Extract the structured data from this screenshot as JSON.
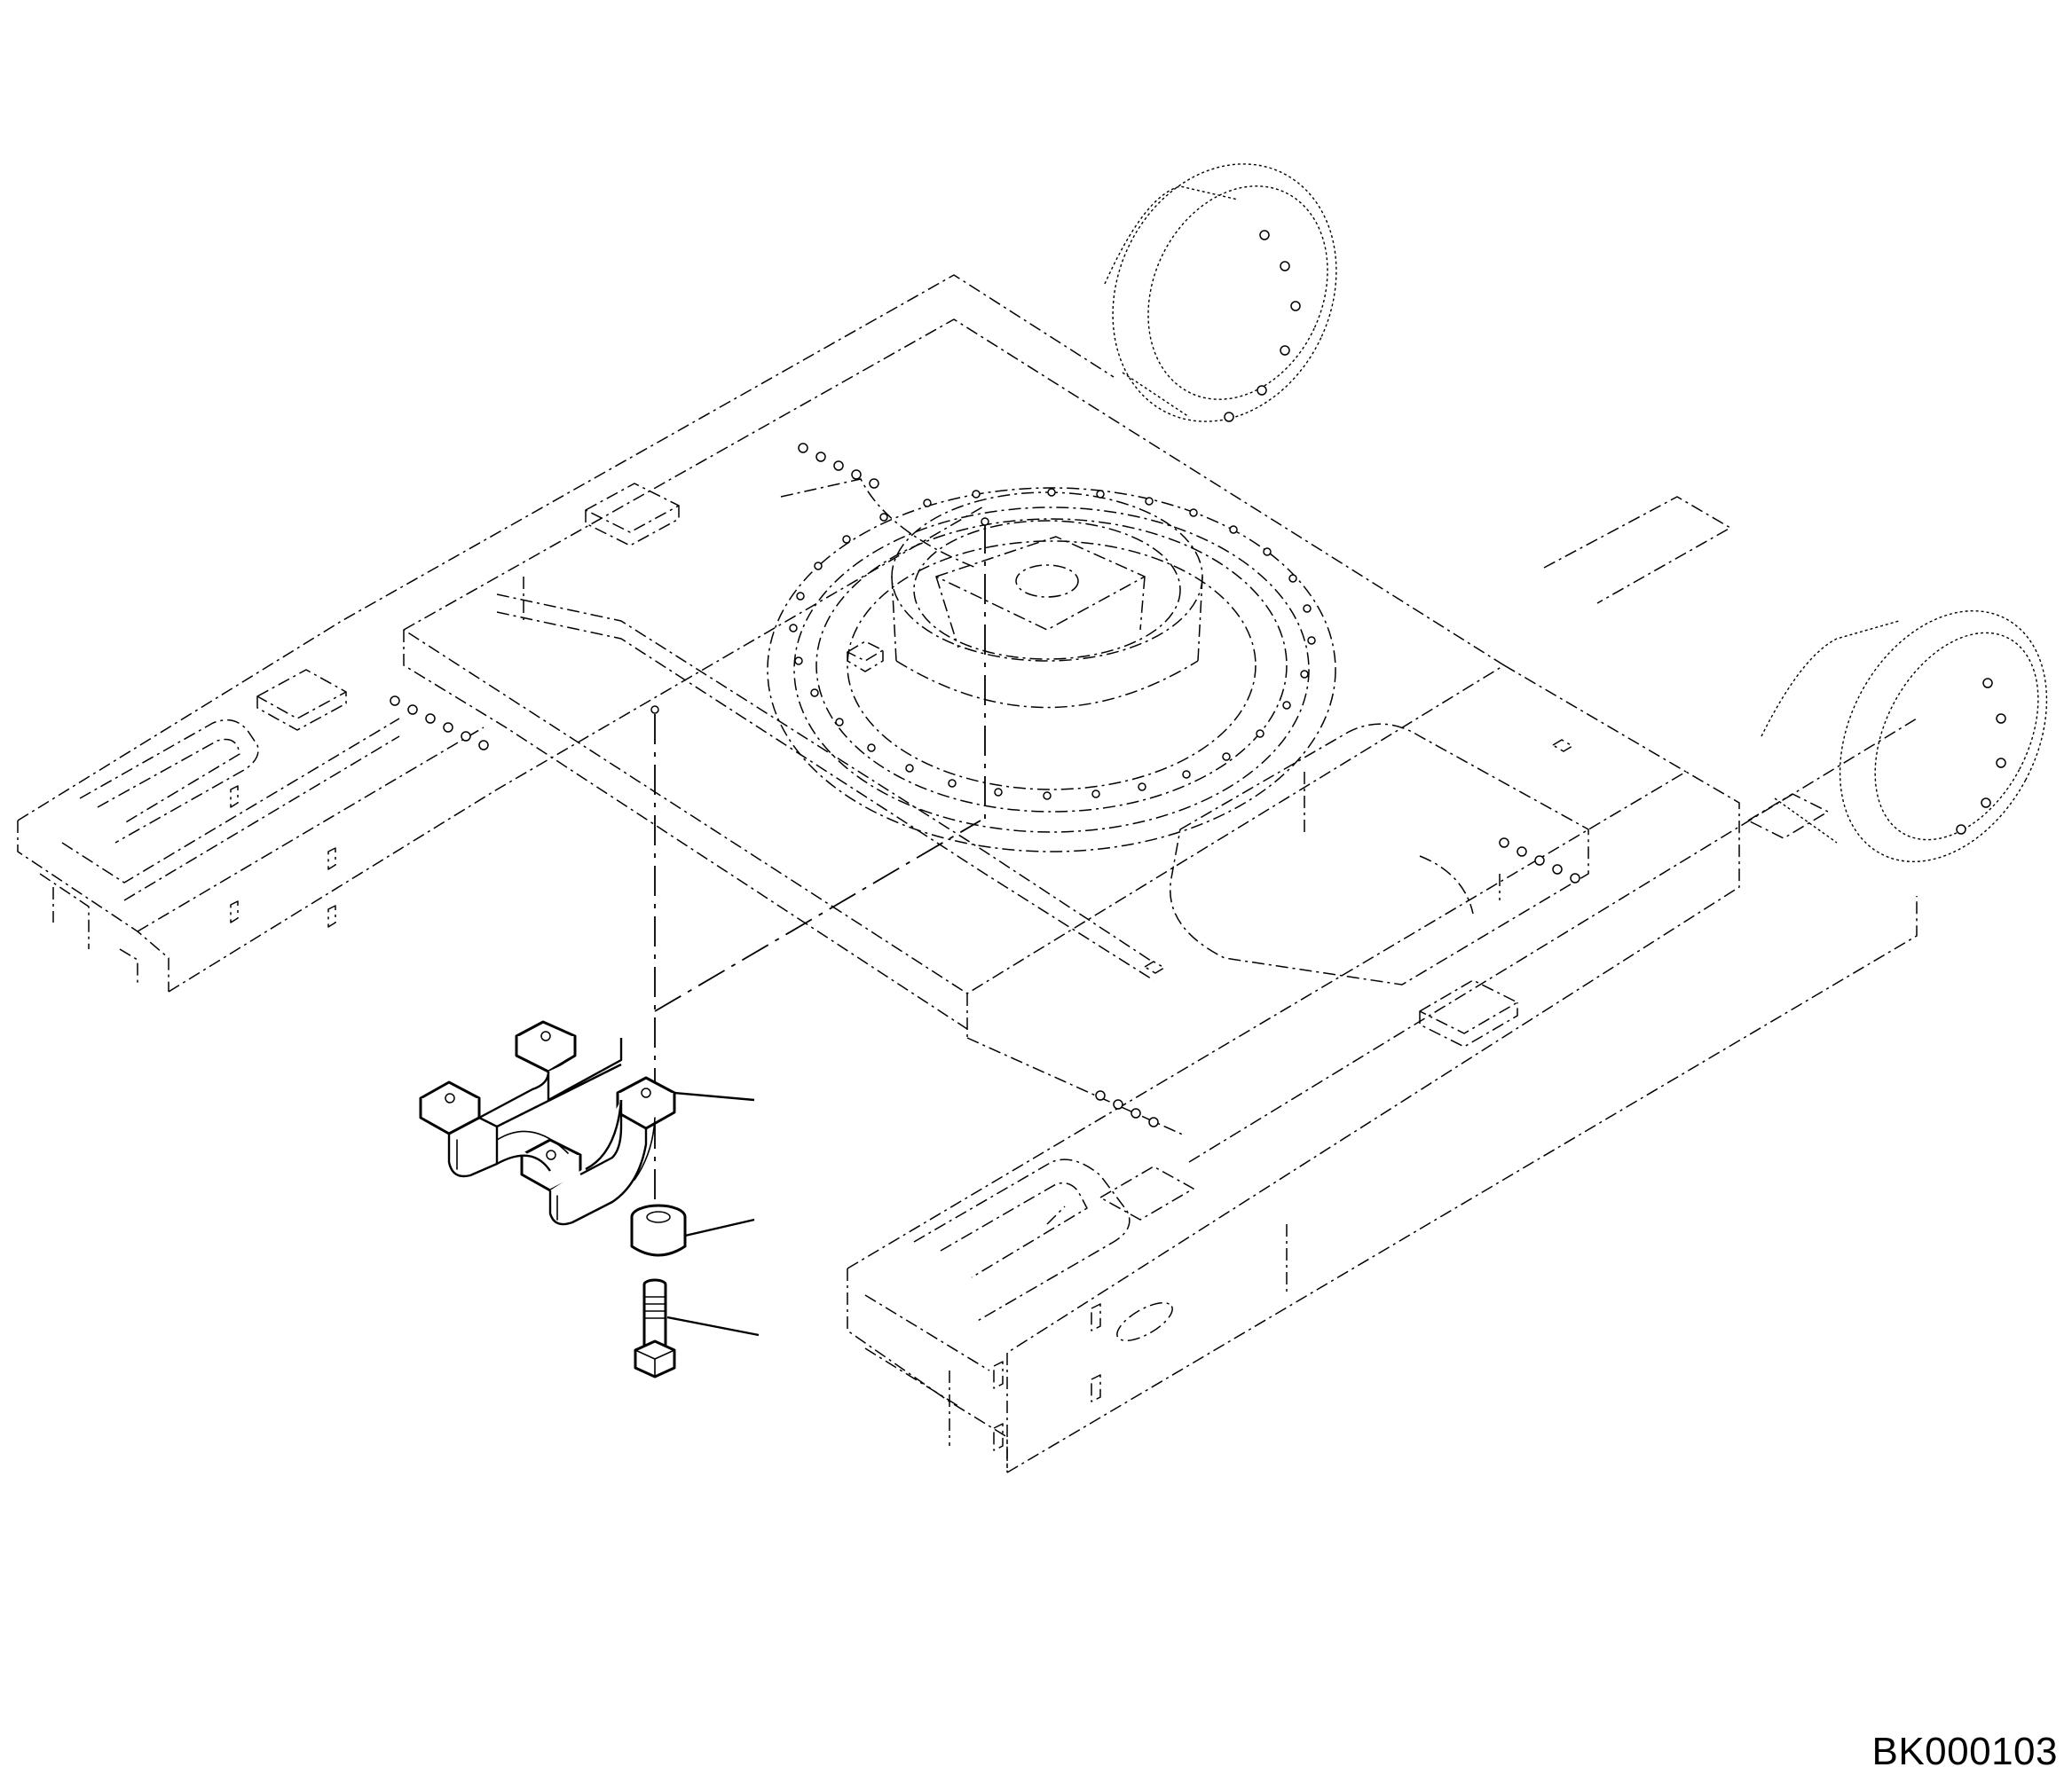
{
  "drawing": {
    "number": "BK000103",
    "components": [
      {
        "name": "track-frame",
        "style": "phantom"
      },
      {
        "name": "swing-circle-mount",
        "style": "phantom"
      },
      {
        "name": "track-guard",
        "style": "solid"
      },
      {
        "name": "spacer",
        "style": "solid"
      },
      {
        "name": "bolt",
        "style": "solid"
      }
    ],
    "callouts": 3
  }
}
